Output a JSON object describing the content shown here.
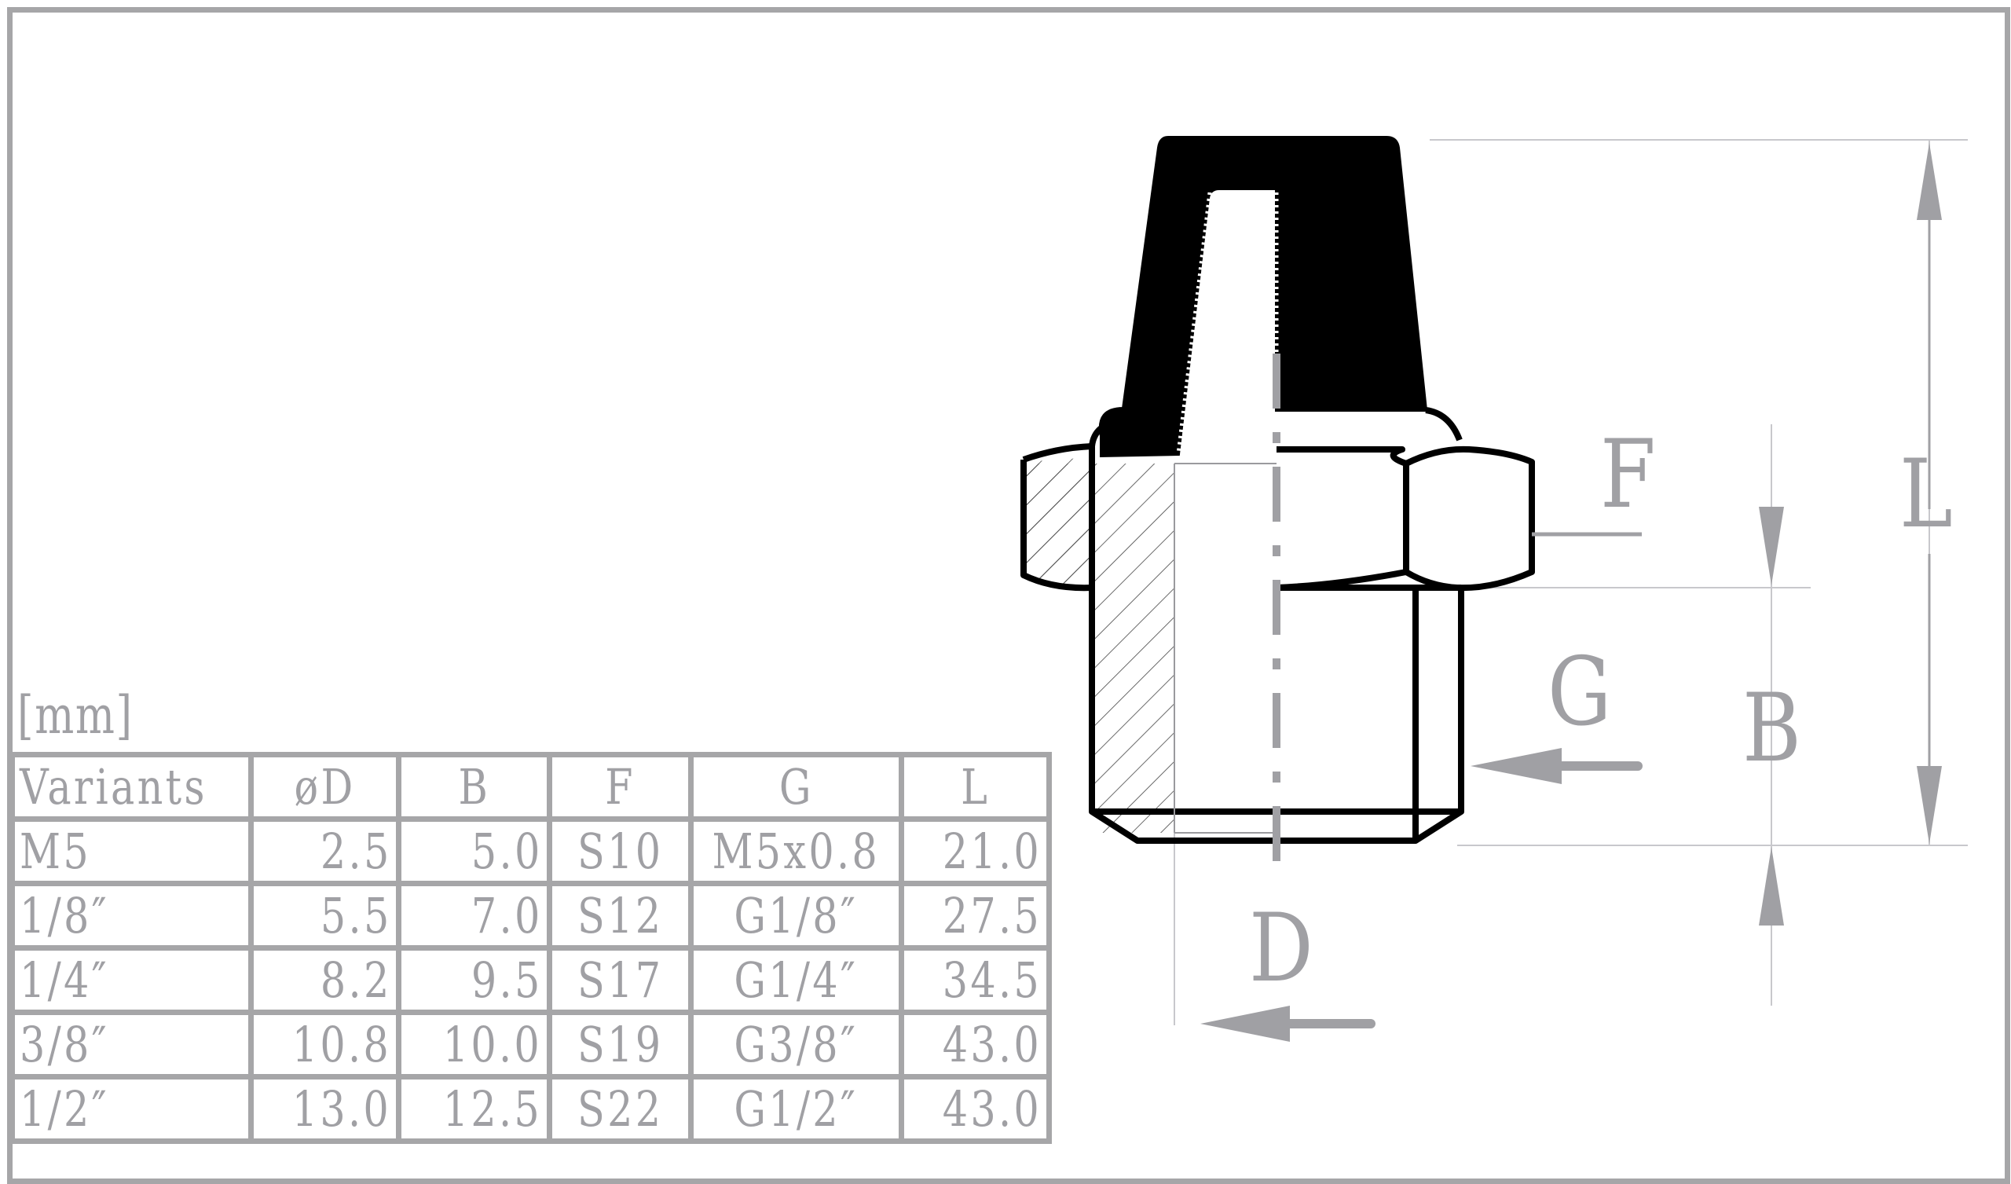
{
  "unit_label": "[mm]",
  "table": {
    "headers": [
      "Variants",
      "øD",
      "B",
      "F",
      "G",
      "L"
    ],
    "rows": [
      [
        "M5",
        "2.5",
        "5.0",
        "S10",
        "M5x0.8",
        "21.0"
      ],
      [
        "1/8″",
        "5.5",
        "7.0",
        "S12",
        "G1/8″",
        "27.5"
      ],
      [
        "1/4″",
        "8.2",
        "9.5",
        "S17",
        "G1/4″",
        "34.5"
      ],
      [
        "3/8″",
        "10.8",
        "10.0",
        "S19",
        "G3/8″",
        "43.0"
      ],
      [
        "1/2″",
        "13.0",
        "12.5",
        "S22",
        "G1/2″",
        "43.0"
      ]
    ]
  },
  "dimension_labels": {
    "F": "F",
    "L": "L",
    "G": "G",
    "B": "B",
    "D": "D"
  },
  "colors": {
    "frame": "#a6a6a8",
    "dimension": "#a0a0a4",
    "part_outline": "#000000",
    "part_fill": "#000000"
  }
}
